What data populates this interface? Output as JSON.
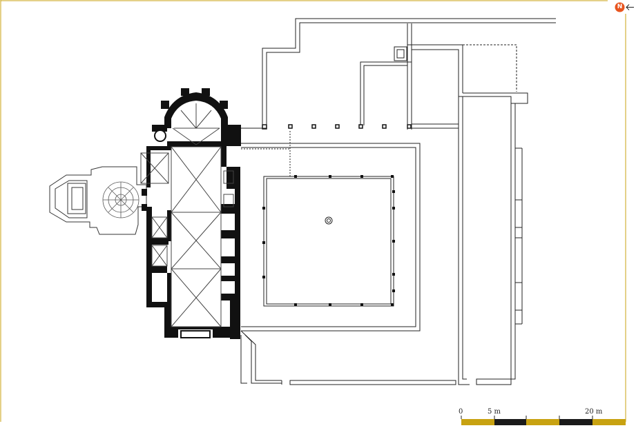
{
  "north": {
    "label": "N",
    "icon": "north-arrow-icon",
    "badge_color": "#e8541e"
  },
  "scale_bar": {
    "labels": [
      "0",
      "5 m",
      "20 m"
    ],
    "colors": {
      "gold": "#c8a211",
      "black": "#1a1a1a"
    }
  },
  "frame": {
    "border_color": "#c8a211"
  },
  "plan": {
    "wall_color": "#111111",
    "line_color": "#333333",
    "icons": [
      "apse-icon",
      "cloister-fountain-icon",
      "dome-icon",
      "spiral-stair-icon"
    ]
  }
}
